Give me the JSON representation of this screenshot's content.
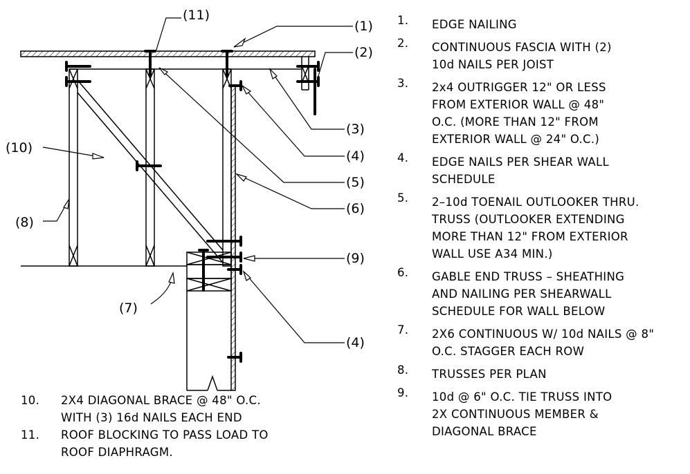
{
  "callouts": [
    "(1)",
    "(2)",
    "(3)",
    "(4)",
    "(5)",
    "(6)",
    "(7)",
    "(8)",
    "(9)",
    "(10)",
    "(11)",
    "(4)"
  ],
  "notes_right": [
    {
      "num": "1.",
      "text": "EDGE NAILING"
    },
    {
      "num": "2.",
      "text": "CONTINUOUS FASCIA WITH (2)\n10d NAILS PER JOIST"
    },
    {
      "num": "3.",
      "text": "2x4 OUTRIGGER 12\" OR LESS\nFROM EXTERIOR WALL @ 48\"\nO.C. (MORE THAN 12\" FROM\nEXTERIOR WALL @ 24\" O.C.)"
    },
    {
      "num": "4.",
      "text": "EDGE NAILS PER SHEAR WALL\nSCHEDULE"
    },
    {
      "num": "5.",
      "text": "2–10d TOENAIL OUTLOOKER THRU.\nTRUSS (OUTLOOKER EXTENDING\nMORE THAN 12\" FROM EXTERIOR\nWALL USE A34 MIN.)"
    },
    {
      "num": "6.",
      "text": "GABLE END TRUSS – SHEATHING\nAND NAILING PER SHEARWALL\nSCHEDULE FOR WALL BELOW"
    },
    {
      "num": "7.",
      "text": "2X6 CONTINUOUS W/ 10d NAILS @ 8\"\nO.C. STAGGER EACH ROW"
    },
    {
      "num": "8.",
      "text": "TRUSSES PER PLAN"
    },
    {
      "num": "9.",
      "text": "10d @ 6\" O.C. TIE TRUSS INTO\n2X CONTINUOUS MEMBER &\nDIAGONAL BRACE"
    }
  ],
  "notes_left": [
    {
      "num": "10.",
      "text": "2X4 DIAGONAL BRACE @ 48\" O.C.\nWITH (3) 16d NAILS EACH END"
    },
    {
      "num": "11.",
      "text": "ROOF BLOCKING TO PASS LOAD TO\nROOF DIAPHRAGM."
    }
  ]
}
